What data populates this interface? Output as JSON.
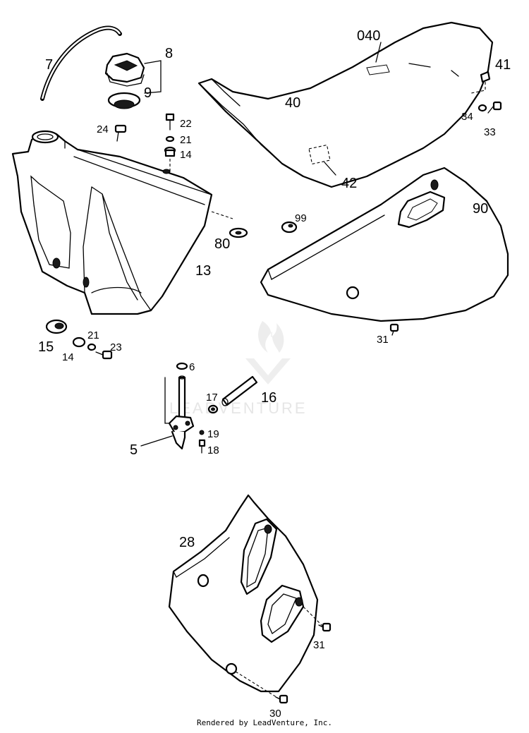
{
  "watermark": "LEADVENTURE",
  "footer": "Rendered by LeadVenture, Inc.",
  "callouts": {
    "c7": "7",
    "c8": "8",
    "c9": "9",
    "c040": "040",
    "c40": "40",
    "c41": "41",
    "c34": "34",
    "c33": "33",
    "c42": "42",
    "c24": "24",
    "c22": "22",
    "c21a": "21",
    "c14a": "14",
    "c80": "80",
    "c13": "13",
    "c99": "99",
    "c90": "90",
    "c31a": "31",
    "c15": "15",
    "c14b": "14",
    "c21b": "21",
    "c23": "23",
    "c6": "6",
    "c17": "17",
    "c16": "16",
    "c5": "5",
    "c19": "19",
    "c18": "18",
    "c28": "28",
    "c31b": "31",
    "c30": "30"
  }
}
